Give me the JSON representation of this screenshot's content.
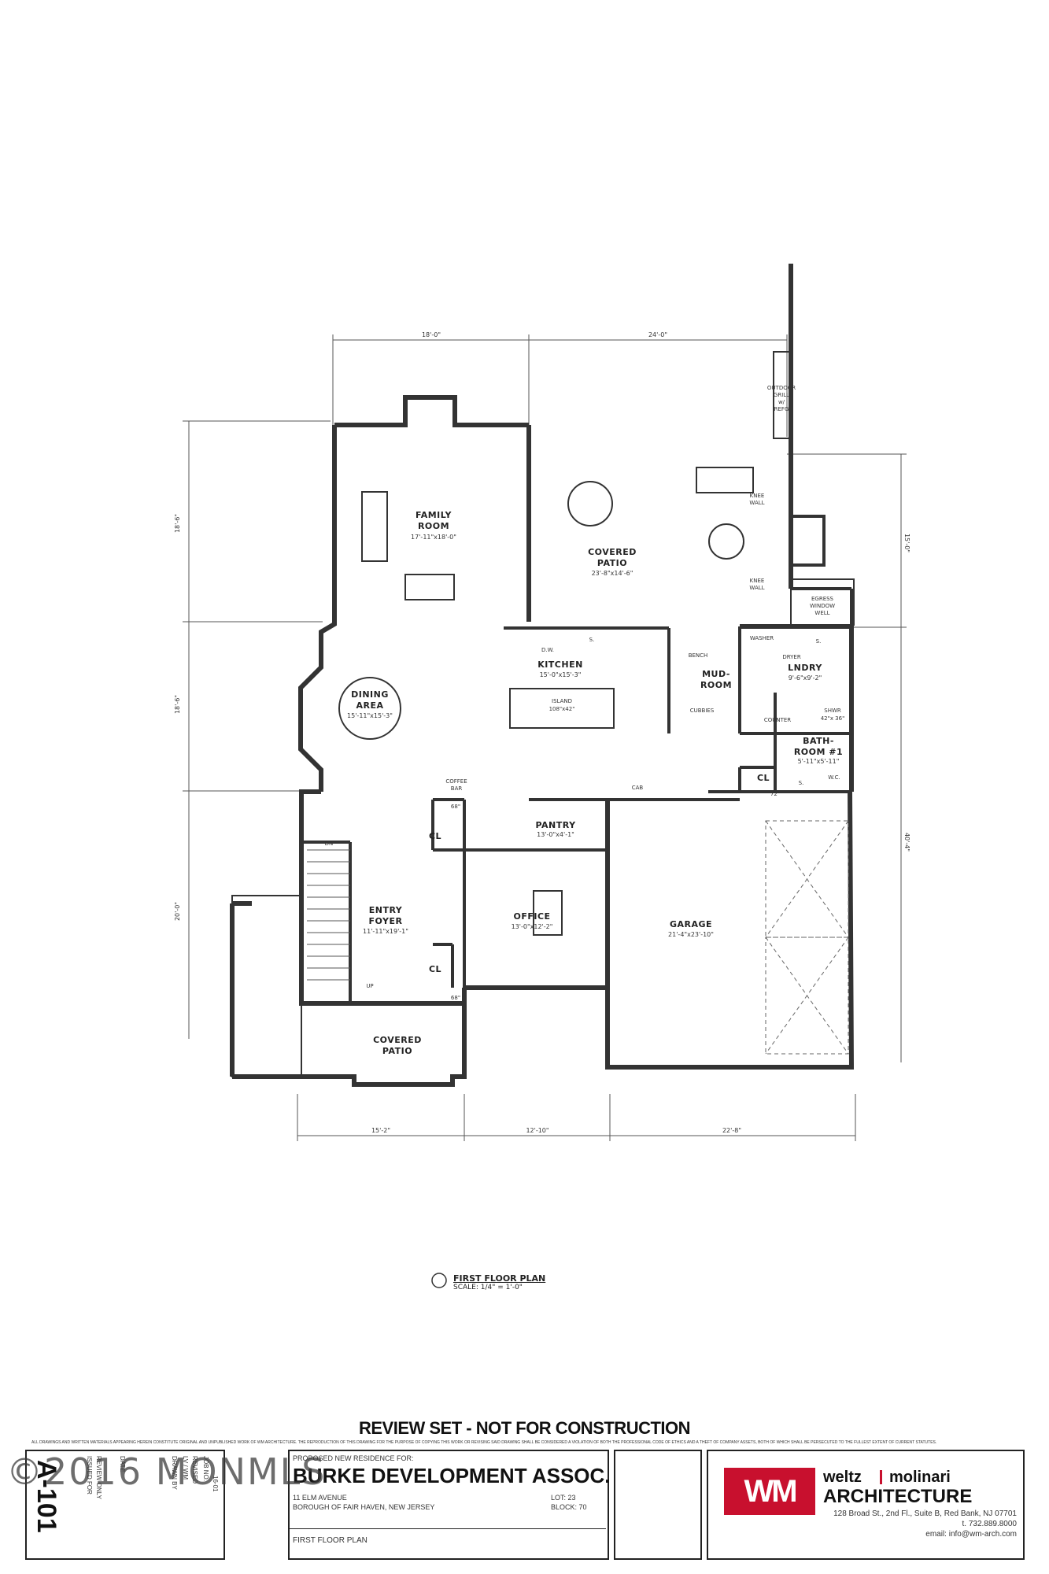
{
  "rooms": {
    "family_room": {
      "name1": "FAMILY",
      "name2": "ROOM",
      "size": "17'-11\"x18'-0\""
    },
    "covered_patio_rear": {
      "name1": "COVERED",
      "name2": "PATIO",
      "size": "23'-8\"x14'-6\""
    },
    "outdoor_grill": [
      "OUTDOOR",
      "GRILL",
      "w/",
      "REFG"
    ],
    "knee_wall": [
      "KNEE",
      "WALL"
    ],
    "egress": [
      "EGRESS",
      "WINDOW",
      "WELL"
    ],
    "kitchen": {
      "name": "KITCHEN",
      "size": "15'-0\"x15'-3\""
    },
    "island": {
      "name": "ISLAND",
      "size": "108\"x42\""
    },
    "dining": {
      "name1": "DINING",
      "name2": "AREA",
      "size": "15'-11\"x15'-3\""
    },
    "mudroom": {
      "name1": "MUD-",
      "name2": "ROOM"
    },
    "bench": "BENCH",
    "cubbies": "CUBBIES",
    "laundry": {
      "name": "LNDRY",
      "size": "9'-6\"x9'-2\""
    },
    "washer": "WASHER",
    "dryer": "DRYER",
    "counter": "COUNTER",
    "shwr": [
      "SHWR",
      "42\"x 36\""
    ],
    "bathroom": {
      "name1": "BATH-",
      "name2": "ROOM #1",
      "size": "5'-11\"x5'-11\""
    },
    "wc": [
      "W.C."
    ],
    "coffee_bar": [
      "COFFEE",
      "BAR"
    ],
    "pantry": {
      "name": "PANTRY",
      "size": "13'-0\"x4'-1\""
    },
    "cab": "CAB",
    "cl": "CL",
    "office": {
      "name": "OFFICE",
      "size": "13'-0\"x12'-2\""
    },
    "garage": {
      "name": "GARAGE",
      "size": "21'-4\"x23'-10\""
    },
    "entry": {
      "name1": "ENTRY",
      "name2": "FOYER",
      "size": "11'-11\"x19'-1\""
    },
    "covered_patio_front": {
      "name1": "COVERED",
      "name2": "PATIO"
    },
    "dn": "DN",
    "up": "UP",
    "sixtyeight": "68\"",
    "dw": "D.W.",
    "seventytwo": "72\"",
    "sink": "S."
  },
  "dimensions": {
    "top_left": "18'-0\"",
    "top_right": "24'-0\"",
    "left_top": "18'-6\"",
    "left_mid": "18'-6\"",
    "left_bottom": "20'-0\"",
    "right_top": "15'-0\"",
    "right_bottom": "40'-4\"",
    "bottom_1": "15'-2\"",
    "bottom_2": "12'-10\"",
    "bottom_3": "22'-8\""
  },
  "plan": {
    "title": "FIRST FLOOR PLAN",
    "scale": "SCALE: 1/4\" = 1'-0\""
  },
  "title_block": {
    "heading": "REVIEW SET - NOT FOR CONSTRUCTION",
    "fine_print": "ALL DRAWINGS AND WRITTEN MATERIALS APPEARING HEREIN CONSTITUTE ORIGINAL AND UNPUBLISHED WORK OF WM ARCHITECTURE. THE REPRODUCTION OF THIS DRAWING FOR THE PURPOSE OF COPYING THIS WORK OR REVISING SAID DRAWING SHALL BE CONSIDERED A VIOLATION OF BOTH THE PROFESSIONAL CODE OF ETHICS AND A THEFT OF COMPANY ASSETS, BOTH OF WHICH SHALL BE PERSECUTED TO THE FULLEST EXTENT OF CURRENT STATUTES.",
    "sheet": "A-101",
    "side_texts": [
      "ISSUED FOR",
      "REVIEW ONLY",
      "DATE",
      "DRAWN BY",
      "LV / WM",
      "REVISED",
      "JOB NO.",
      "16-01"
    ],
    "proposed": "PROPOSED NEW RESIDENCE FOR:",
    "client": "BURKE DEVELOPMENT ASSOC.",
    "address1": "11 ELM AVENUE",
    "address2": "BOROUGH OF FAIR HAVEN, NEW JERSEY",
    "lot": "LOT: 23",
    "block": "BLOCK: 70",
    "sheet_title": "FIRST FLOOR PLAN",
    "firm1": "weltz",
    "firm2": "molinari",
    "firm3": "ARCHITECTURE",
    "firm_address": "128 Broad St., 2nd Fl., Suite B, Red Bank, NJ 07701",
    "firm_phone": "t. 732.889.8000",
    "firm_email": "email: info@wm-arch.com",
    "logo": "WM"
  },
  "watermark": "©2016 MONMLS"
}
